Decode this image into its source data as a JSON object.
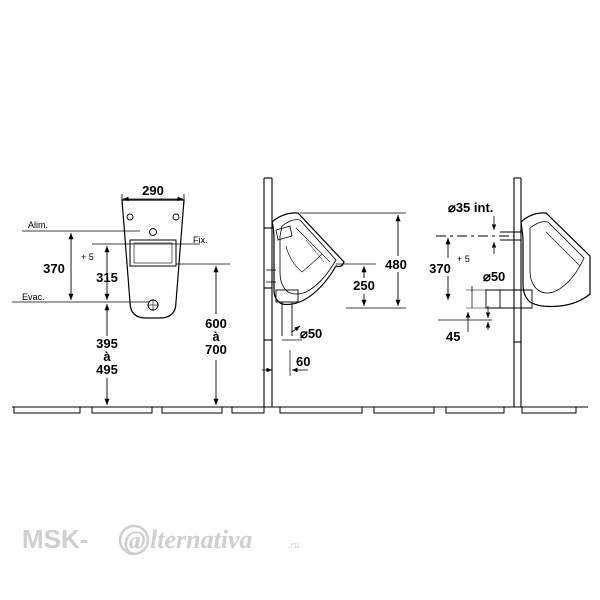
{
  "front_view": {
    "width_label": "290",
    "line_labels": {
      "supply": "Alim.",
      "fixing": "Fix.",
      "drain": "Evac."
    },
    "height_370": "370",
    "tolerance": "+ 5",
    "height_315": "315",
    "drain_height": {
      "line1": "395",
      "line2": "à",
      "line3": "495"
    },
    "rim_height": {
      "line1": "600",
      "line2": "à",
      "line3": "700"
    }
  },
  "side_view_left": {
    "total_height": "480",
    "inner_height": "250",
    "outlet_diameter": "⌀50",
    "depth": "60"
  },
  "side_view_right": {
    "inlet_diameter": "⌀35 int.",
    "height_370": "370",
    "tolerance": "+ 5",
    "outlet_diameter": "⌀50",
    "offset": "45"
  },
  "watermark": {
    "prefix": "MSK-",
    "at_symbol": "@",
    "suffix": "lternativa",
    "domain": ".ru"
  }
}
